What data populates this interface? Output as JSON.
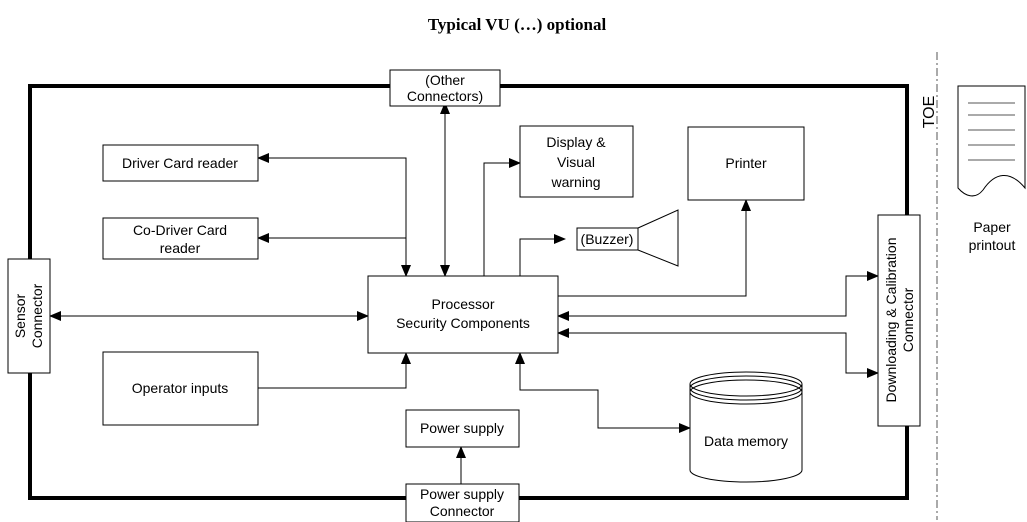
{
  "title": "Typical VU (…) optional",
  "blocks": {
    "other_connectors": [
      "(Other",
      "Connectors)"
    ],
    "driver_card_reader": [
      "Driver Card reader"
    ],
    "co_driver_card_reader": [
      "Co-Driver Card",
      "reader"
    ],
    "display_visual_warning": [
      "Display &",
      "Visual",
      "warning"
    ],
    "printer": [
      "Printer"
    ],
    "buzzer": [
      "(Buzzer)"
    ],
    "processor": [
      "Processor",
      "Security Components"
    ],
    "sensor_connector": [
      "Sensor",
      "Connector"
    ],
    "operator_inputs": [
      "Operator inputs"
    ],
    "power_supply": [
      "Power supply"
    ],
    "power_supply_connector": [
      "Power supply",
      "Connector"
    ],
    "data_memory": [
      "Data memory"
    ],
    "download_calibration_connector": [
      "Downloading & Calibration",
      "Connector"
    ],
    "toe": [
      "TOE"
    ],
    "paper_printout": [
      "Paper",
      "printout"
    ]
  }
}
